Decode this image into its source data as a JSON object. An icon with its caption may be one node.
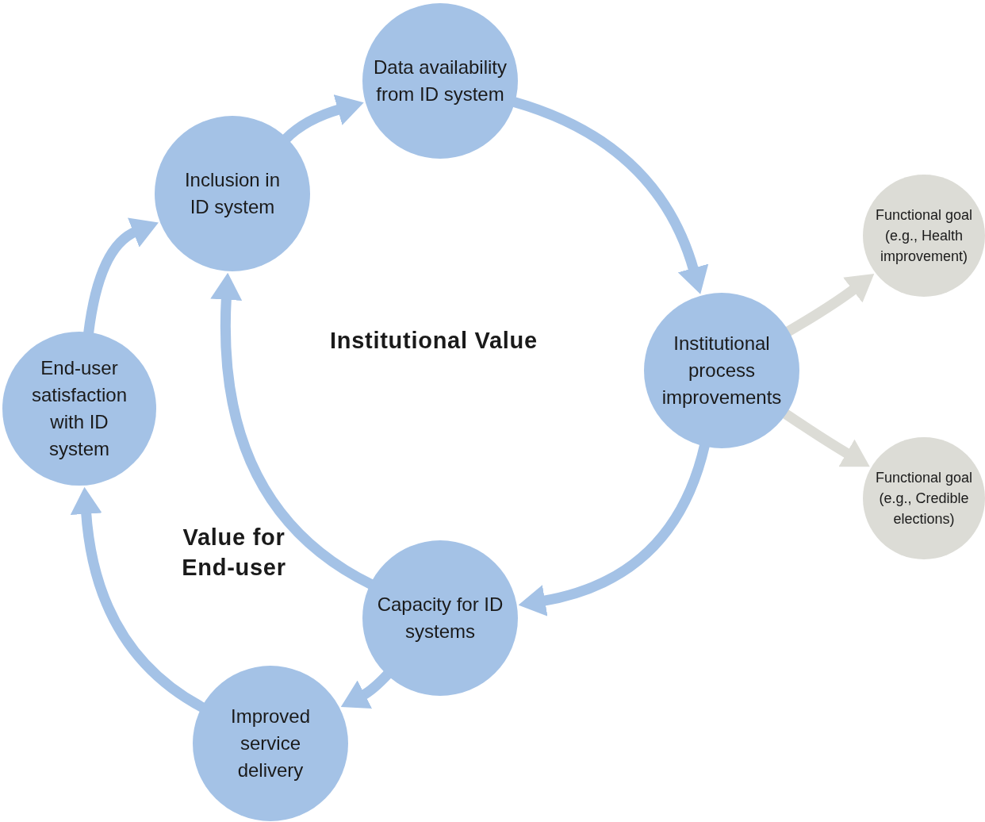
{
  "diagram": {
    "nodes": [
      {
        "text": [
          "Data availability from ID system"
        ]
      },
      {
        "text": [
          "Inclusion in ID system"
        ]
      },
      {
        "text": [
          "End-user satisfaction with ID system"
        ]
      },
      {
        "text": [
          "Institutional process improvements"
        ]
      },
      {
        "text": [
          "Functional goal (e.g., Health improvement)"
        ]
      },
      {
        "text": [
          "Functional goal (e.g., Credible elections)"
        ]
      },
      {
        "text": [
          "Capacity for ID systems"
        ]
      },
      {
        "text": [
          "Improved service delivery"
        ]
      }
    ],
    "edges": [
      {
        "from": 1,
        "to": 0,
        "arrow": "to"
      },
      {
        "from": 0,
        "to": 3,
        "arrow": "to"
      },
      {
        "from": 3,
        "to": 6,
        "arrow": "to"
      },
      {
        "from": 6,
        "to": 7,
        "arrow": "to"
      },
      {
        "from": 7,
        "to": 2,
        "arrow": "to"
      },
      {
        "from": 2,
        "to": 1,
        "arrow": "to"
      },
      {
        "from": 6,
        "to": 1,
        "arrow": "to"
      },
      {
        "from": 3,
        "to": 4,
        "arrow": "to",
        "color": "#dcdcd6"
      },
      {
        "from": 3,
        "to": 5,
        "arrow": "to",
        "color": "#dcdcd6"
      }
    ],
    "labels": [
      "Institutional Value",
      "Value for End-user"
    ]
  }
}
